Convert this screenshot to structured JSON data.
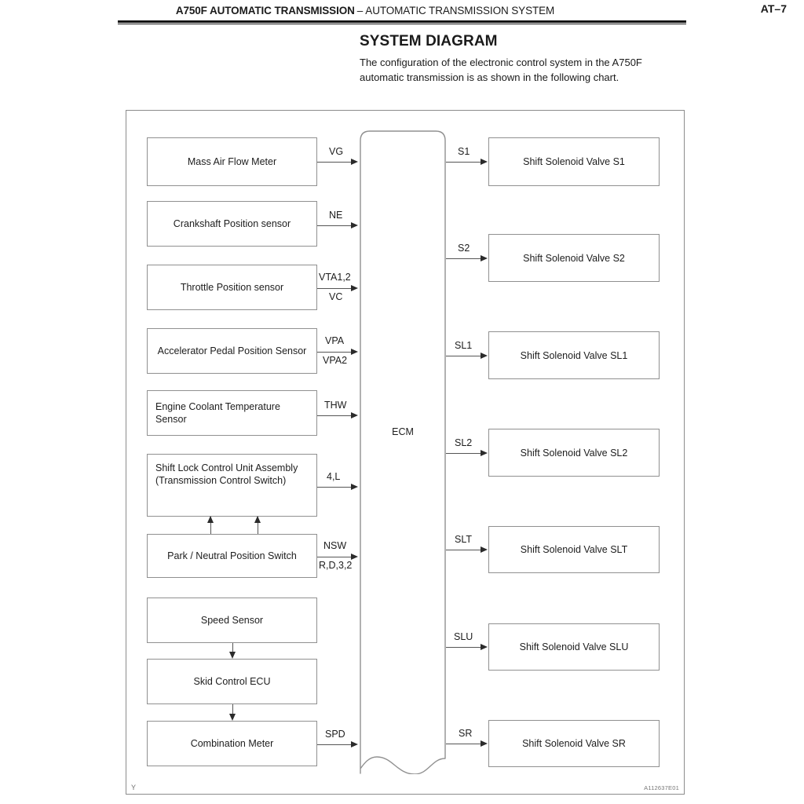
{
  "header": {
    "title_strong": "A750F AUTOMATIC TRANSMISSION",
    "dash": "–",
    "title_rest": "AUTOMATIC TRANSMISSION SYSTEM",
    "page_number": "AT–7"
  },
  "section": {
    "title": "SYSTEM DIAGRAM",
    "intro": "The configuration of the electronic control system in the A750F automatic transmission is as shown in the following chart."
  },
  "diagram": {
    "corner_mark": "Y",
    "figure_id": "A112637E01",
    "center_label": "ECM",
    "inputs": [
      {
        "label": "Mass Air Flow Meter",
        "signals": [
          "VG"
        ]
      },
      {
        "label": "Crankshaft Position sensor",
        "signals": [
          "NE"
        ]
      },
      {
        "label": "Throttle Position sensor",
        "signals": [
          "VTA1,2",
          "VC"
        ]
      },
      {
        "label": "Accelerator Pedal Position Sensor",
        "signals": [
          "VPA",
          "VPA2"
        ]
      },
      {
        "label": "Engine Coolant Temperature Sensor",
        "signals": [
          "THW"
        ]
      },
      {
        "label": "Shift Lock Control Unit Assembly (Transmission Control Switch)",
        "signals": [
          "4,L"
        ]
      },
      {
        "label": "Park / Neutral Position Switch",
        "signals": [
          "NSW",
          "R,D,3,2"
        ]
      },
      {
        "label": "Speed Sensor",
        "signals": []
      },
      {
        "label": "Skid Control ECU",
        "signals": []
      },
      {
        "label": "Combination Meter",
        "signals": [
          "SPD"
        ]
      }
    ],
    "input_labels": {
      "mass_air_flow_meter": "Mass Air Flow Meter",
      "crankshaft_position_sensor": "Crankshaft Position sensor",
      "throttle_position_sensor": "Throttle Position sensor",
      "accelerator_pedal_position_sensor": "Accelerator Pedal Position Sensor",
      "engine_coolant_temperature_sensor_line1": "Engine Coolant Temperature",
      "engine_coolant_temperature_sensor_line2": "Sensor",
      "shift_lock_control_unit_line1": "Shift Lock Control Unit Assembly",
      "shift_lock_control_unit_line2": "(Transmission Control Switch)",
      "park_neutral_position_switch": "Park / Neutral Position Switch",
      "speed_sensor": "Speed Sensor",
      "skid_control_ecu": "Skid Control ECU",
      "combination_meter": "Combination Meter"
    },
    "input_signals": {
      "vg": "VG",
      "ne": "NE",
      "vta12": "VTA1,2",
      "vc": "VC",
      "vpa": "VPA",
      "vpa2": "VPA2",
      "thw": "THW",
      "four_l": "4,L",
      "nsw": "NSW",
      "rd32": "R,D,3,2",
      "spd": "SPD"
    },
    "outputs": [
      {
        "label": "Shift Solenoid Valve S1",
        "signal": "S1"
      },
      {
        "label": "Shift Solenoid Valve S2",
        "signal": "S2"
      },
      {
        "label": "Shift Solenoid Valve SL1",
        "signal": "SL1"
      },
      {
        "label": "Shift Solenoid Valve SL2",
        "signal": "SL2"
      },
      {
        "label": "Shift Solenoid Valve SLT",
        "signal": "SLT"
      },
      {
        "label": "Shift Solenoid Valve SLU",
        "signal": "SLU"
      },
      {
        "label": "Shift Solenoid Valve SR",
        "signal": "SR"
      }
    ],
    "output_labels": {
      "s1": "Shift Solenoid Valve S1",
      "s2": "Shift Solenoid Valve S2",
      "sl1": "Shift Solenoid Valve SL1",
      "sl2": "Shift Solenoid Valve SL2",
      "slt": "Shift Solenoid Valve SLT",
      "slu": "Shift Solenoid Valve SLU",
      "sr": "Shift Solenoid Valve SR"
    },
    "output_signals": {
      "s1": "S1",
      "s2": "S2",
      "sl1": "SL1",
      "sl2": "SL2",
      "slt": "SLT",
      "slu": "SLU",
      "sr": "SR"
    }
  },
  "colors": {
    "box_border": "#909090",
    "connector": "#555555",
    "arrow": "#2b2b2b",
    "text": "#1d1d1d",
    "rule": "#111111"
  }
}
